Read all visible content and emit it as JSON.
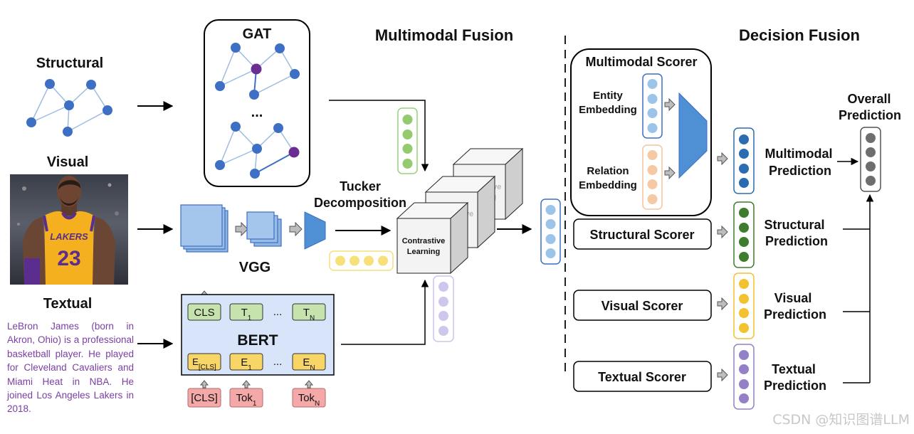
{
  "labels": {
    "structural": "Structural",
    "visual": "Visual",
    "textual": "Textual",
    "gat": "GAT",
    "gat_dots": "...",
    "vgg": "VGG",
    "bert": "BERT",
    "multimodal_fusion": "Multimodal Fusion",
    "decision_fusion": "Decision Fusion",
    "tucker": [
      "Tucker",
      "Decomposition"
    ],
    "contrastive": [
      "Contrastive",
      "Learning"
    ],
    "multimodal_scorer": "Multimodal Scorer",
    "entity_embedding": [
      "Entity",
      "Embedding"
    ],
    "relation_embedding": [
      "Relation",
      "Embedding"
    ],
    "structural_scorer": "Structural Scorer",
    "visual_scorer": "Visual Scorer",
    "textual_scorer": "Textual Scorer",
    "overall_prediction": [
      "Overall",
      "Prediction"
    ],
    "multimodal_prediction": [
      "Multimodal",
      "Prediction"
    ],
    "structural_prediction": [
      "Structural",
      "Prediction"
    ],
    "visual_prediction": [
      "Visual",
      "Prediction"
    ],
    "textual_prediction": [
      "Textual",
      "Prediction"
    ]
  },
  "bert_tokens": {
    "top": [
      "CLS",
      "T1",
      "...",
      "TN"
    ],
    "bottom": [
      "E[CLS]",
      "E1",
      "...",
      "EN"
    ],
    "inputs": [
      "[CLS]",
      "Tok1",
      "TokN"
    ]
  },
  "bio_text": "LeBron James (born in Akron, Ohio) is a professional basketball player. He played for Cleveland Cavaliers and Miami Heat in NBA. He joined Los Angeles Lakers in 2018.",
  "photo": {
    "jersey_number": "23",
    "jersey_text": "LAKERS"
  },
  "watermark": "CSDN @知识图谱LLM",
  "colors": {
    "node_blue": "#3d6fc4",
    "node_purple": "#6b2d91",
    "green": "#8cc56a",
    "light_blue": "#9cc3e8",
    "peach": "#f5c49c",
    "yellow": "#f5d64a",
    "lavender": "#c9bde8",
    "dark_blue": "#2b6cb0",
    "dark_green": "#3f7d2e",
    "gold": "#f2c230",
    "purple": "#9480c6",
    "gray": "#6e6e6e"
  }
}
